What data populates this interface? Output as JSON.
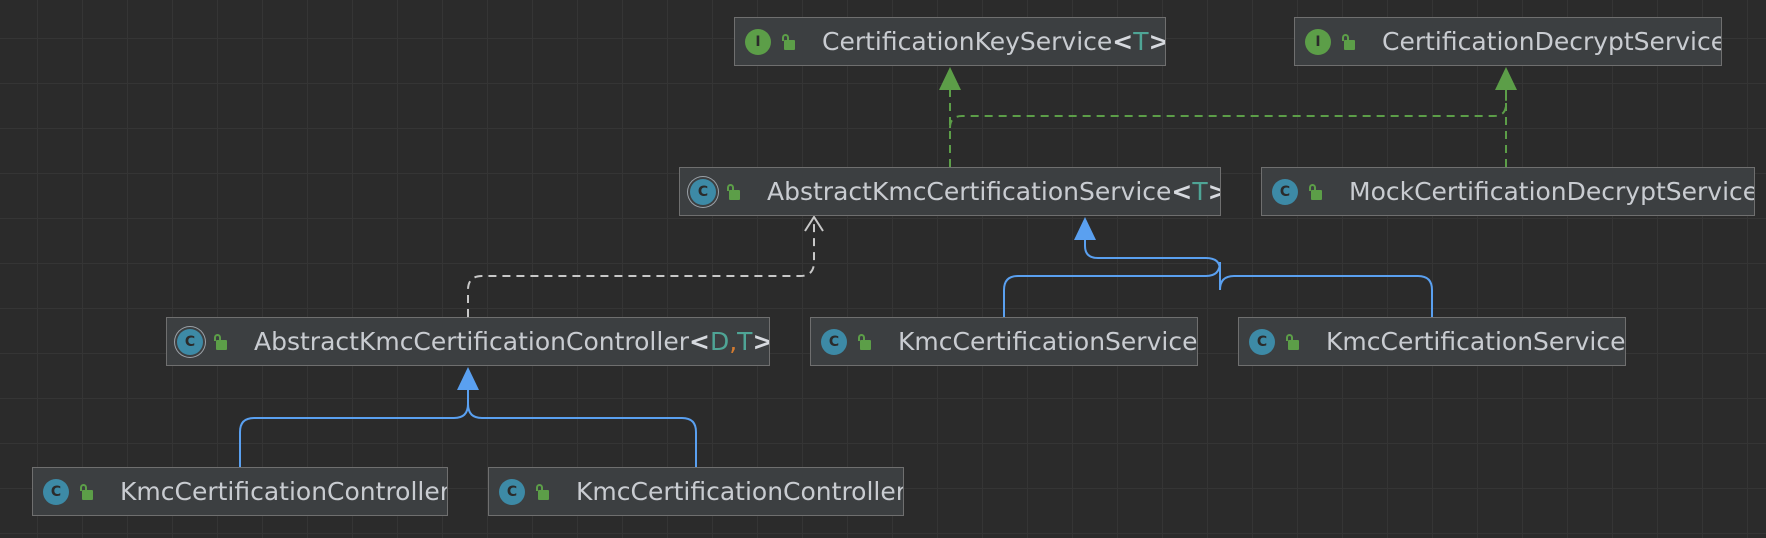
{
  "colors": {
    "realization_edge": "#5c9e48",
    "inheritance_edge": "#5aa0f0",
    "dependency_edge": "#c8c8c8",
    "interface_badge": "#5c9e48",
    "class_badge": "#3d8aa6"
  },
  "legend_badges": {
    "interface": "I",
    "class": "C"
  },
  "nodes": [
    {
      "id": "cert_key_service",
      "kind": "interface",
      "name": "CertificationKeyService",
      "type_params": [
        "T"
      ]
    },
    {
      "id": "cert_decrypt_service",
      "kind": "interface",
      "name": "CertificationDecryptService",
      "type_params": []
    },
    {
      "id": "abstract_service",
      "kind": "abstract",
      "name": "AbstractKmcCertificationService",
      "type_params": [
        "T"
      ]
    },
    {
      "id": "mock_decrypt_service",
      "kind": "class",
      "name": "MockCertificationDecryptService",
      "type_params": []
    },
    {
      "id": "abstract_controller",
      "kind": "abstract",
      "name": "AbstractKmcCertificationController",
      "type_params": [
        "D",
        "T"
      ]
    },
    {
      "id": "kmc_service_1",
      "kind": "class",
      "name": "KmcCertificationService",
      "type_params": []
    },
    {
      "id": "kmc_service_2",
      "kind": "class",
      "name": "KmcCertificationService",
      "type_params": []
    },
    {
      "id": "kmc_controller_1",
      "kind": "class",
      "name": "KmcCertificationController",
      "type_params": []
    },
    {
      "id": "kmc_controller_2",
      "kind": "class",
      "name": "KmcCertificationController",
      "type_params": []
    }
  ],
  "edges": [
    {
      "from": "abstract_service",
      "to": "cert_key_service",
      "type": "realization"
    },
    {
      "from": "abstract_service",
      "to": "cert_decrypt_service",
      "type": "realization"
    },
    {
      "from": "mock_decrypt_service",
      "to": "cert_decrypt_service",
      "type": "realization"
    },
    {
      "from": "kmc_service_1",
      "to": "abstract_service",
      "type": "inheritance"
    },
    {
      "from": "kmc_service_2",
      "to": "abstract_service",
      "type": "inheritance"
    },
    {
      "from": "abstract_controller",
      "to": "abstract_service",
      "type": "dependency"
    },
    {
      "from": "kmc_controller_1",
      "to": "abstract_controller",
      "type": "inheritance"
    },
    {
      "from": "kmc_controller_2",
      "to": "abstract_controller",
      "type": "inheritance"
    }
  ]
}
